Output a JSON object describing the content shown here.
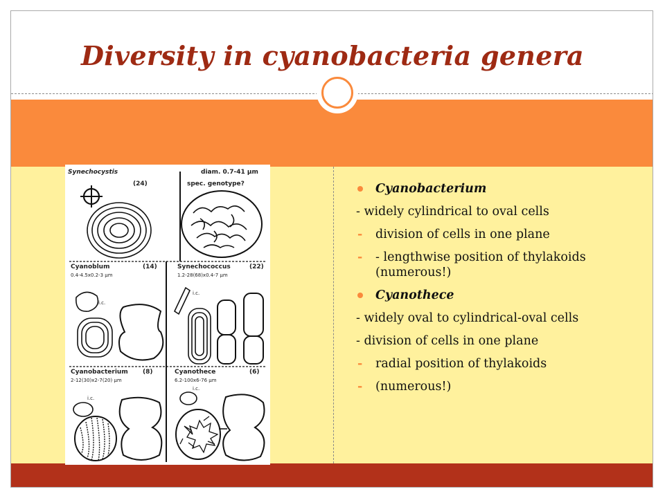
{
  "slide": {
    "title": "Diversity in cyanobacteria genera"
  },
  "figure": {
    "panels": [
      {
        "genus": "Synechocystis",
        "number": "(24)",
        "size": "diam. 0.7-41 µm",
        "note": "spec. genotype?"
      },
      {
        "genus": "Cyanoblum",
        "number": "(14)",
        "size": "0.4-4.5x0.2-3 µm"
      },
      {
        "genus": "Synechococcus",
        "number": "(22)",
        "size": "1.2-28(68)x0.4-7 µm"
      },
      {
        "genus": "Cyanobacterium",
        "number": "(8)",
        "size": "2-12(30)x2-7(20) µm"
      },
      {
        "genus": "Cyanothece",
        "number": "(6)",
        "size": "6.2-100x6-76 µm"
      }
    ],
    "ic_label": "i.c."
  },
  "content": {
    "items": [
      {
        "type": "bullet",
        "text": "Cyanobacterium"
      },
      {
        "type": "plain",
        "text": "- widely cylindrical to oval cells"
      },
      {
        "type": "dash",
        "text": "division of cells in one plane"
      },
      {
        "type": "dash",
        "text": "- lengthwise position of thylakoids (numerous!)"
      },
      {
        "type": "bullet",
        "text": "Cyanothece"
      },
      {
        "type": "plain",
        "text": "- widely oval to cylindrical-oval cells"
      },
      {
        "type": "plain",
        "text": "- division of cells in one plane"
      },
      {
        "type": "dash",
        "text": "radial position of thylakoids"
      },
      {
        "type": "dash",
        "text": "(numerous!)"
      }
    ]
  },
  "colors": {
    "title": "#9e2a13",
    "accent_orange": "#fa8a3c",
    "content_bg": "#fff19d",
    "footer_band": "#b2311a"
  }
}
